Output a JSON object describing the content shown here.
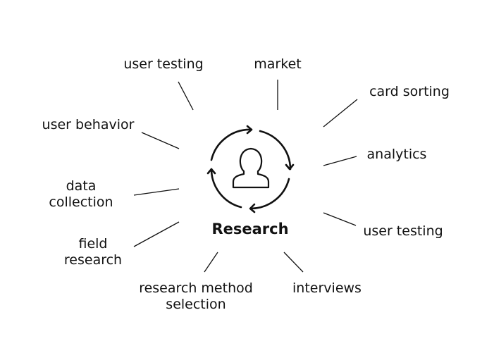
{
  "center": {
    "title": "Research",
    "icon": "user-cycle-icon"
  },
  "topics": [
    {
      "label": "user testing"
    },
    {
      "label": "market"
    },
    {
      "label": "card sorting"
    },
    {
      "label": "user behavior"
    },
    {
      "label": "analytics"
    },
    {
      "label": "data collection"
    },
    {
      "label": "user testing"
    },
    {
      "label": "field research"
    },
    {
      "label": "research method selection"
    },
    {
      "label": "interviews"
    }
  ],
  "colors": {
    "stroke": "#111111",
    "background": "#ffffff"
  }
}
